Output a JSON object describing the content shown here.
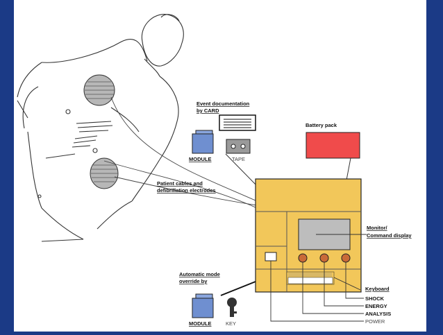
{
  "labels": {
    "event_doc_line1": "Event documentation",
    "event_doc_line2": "by CARD",
    "module_top": "MODULE",
    "tape": "TAPE",
    "battery": "Battery pack",
    "patient_cables_line1": "Patient cables and",
    "patient_cables_line2": "defibrillation electrodes",
    "monitor_line1": "Monitor/",
    "monitor_line2": "Command display",
    "auto_mode_line1": "Automatic mode",
    "auto_mode_line2": "override by",
    "module_bottom": "MODULE",
    "key": "KEY",
    "keyboard": "Keyboard",
    "shock": "SHOCK",
    "energy": "ENERGY",
    "analysis": "ANALYSIS",
    "power": "POWER"
  },
  "colors": {
    "background": "#1b3a86",
    "panel": "#ffffff",
    "device": "#f2c75a",
    "battery": "#f04b4b",
    "module": "#6f8fd0",
    "screen": "#bdbdbd",
    "knob": "#c96a38"
  }
}
